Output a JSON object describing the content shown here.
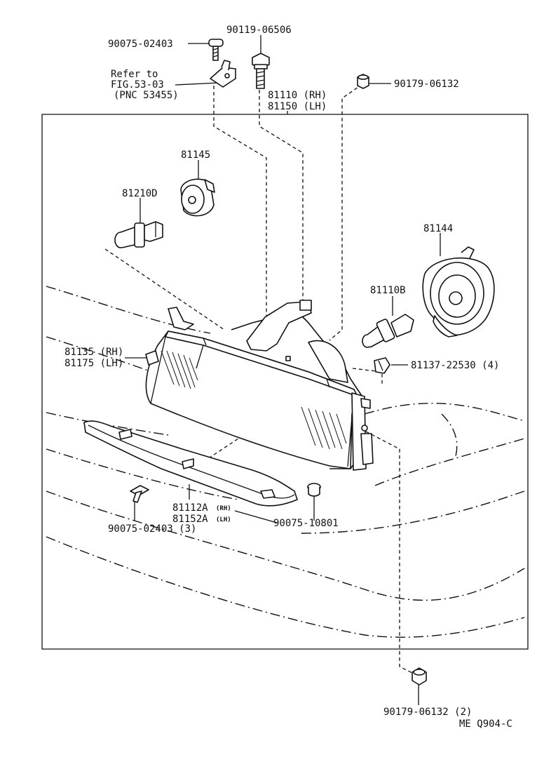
{
  "diagram": {
    "labels": {
      "p_90075_02403_top": "90075-02403",
      "p_90119_06506": "90119-06506",
      "refer_line1": "Refer to",
      "refer_line2": "FIG.53-03",
      "refer_line3": "(PNC 53455)",
      "p_81110_rh": "81110 (RH)",
      "p_81150_lh": "81150 (LH)",
      "p_90179_06132_top": "90179-06132",
      "p_81145": "81145",
      "p_81210d": "81210D",
      "p_81144": "81144",
      "p_81110b": "81110B",
      "p_81137": "81137-22530 (4)",
      "p_81135_rh": "81135 (RH)",
      "p_81175_lh": "81175 (LH)",
      "p_81112a": "81112A",
      "p_81112a_suffix": "(RH)",
      "p_81152a": "81152A",
      "p_81152a_suffix": "(LH)",
      "p_90075_02403_bottom": "90075-02403 (3)",
      "p_90075_10801": "90075-10801",
      "p_90179_06132_bottom": "90179-06132 (2)",
      "figure_code": "ME Q904-C"
    }
  }
}
